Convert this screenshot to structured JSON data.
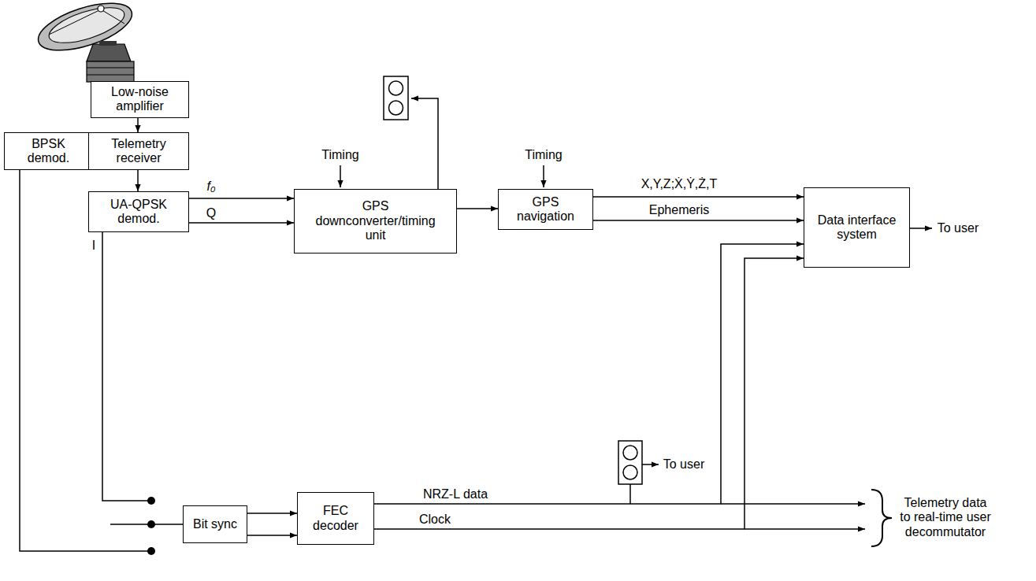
{
  "diagram": {
    "nodes": [
      {
        "text": [
          "Low-noise amplifier"
        ]
      },
      {
        "text": [
          "BPSK demod."
        ]
      },
      {
        "text": [
          "Telemetry receiver"
        ]
      },
      {
        "text": [
          "UA-QPSK demod."
        ]
      },
      {
        "text": [
          "GPS downconverter/timing unit"
        ]
      },
      {
        "text": [
          "GPS navigation"
        ]
      },
      {
        "text": [
          "Data interface system"
        ]
      },
      {
        "text": [
          "Bit sync"
        ]
      },
      {
        "text": [
          "FEC decoder"
        ]
      }
    ],
    "edges": [
      {
        "from": 0,
        "to": 2,
        "arrow": "to"
      },
      {
        "from": 2,
        "to": 3,
        "arrow": "to"
      },
      {
        "from": 3,
        "to": 4,
        "label": "f₀",
        "arrow": "to"
      },
      {
        "from": 3,
        "to": 4,
        "label": "Q",
        "arrow": "to"
      },
      {
        "from": 4,
        "to": 5,
        "arrow": "to"
      },
      {
        "from": 5,
        "to": 6,
        "label": "X,Y,Z;Ẋ,Ẏ,Ż,T",
        "arrow": "to"
      },
      {
        "from": 5,
        "to": 6,
        "label": "Ephemeris",
        "arrow": "to"
      },
      {
        "from": 7,
        "to": 8,
        "arrow": "to"
      },
      {
        "from": 7,
        "to": 8,
        "arrow": "to"
      },
      {
        "from": 8,
        "to": 6,
        "label": "NRZ-L data",
        "arrow": "to"
      },
      {
        "from": 8,
        "to": 6,
        "label": "Clock",
        "arrow": "to"
      }
    ],
    "labels": [
      "Timing",
      "Timing",
      "I",
      "To user",
      "To user",
      "Telemetry data to real-time user decommutator"
    ]
  }
}
